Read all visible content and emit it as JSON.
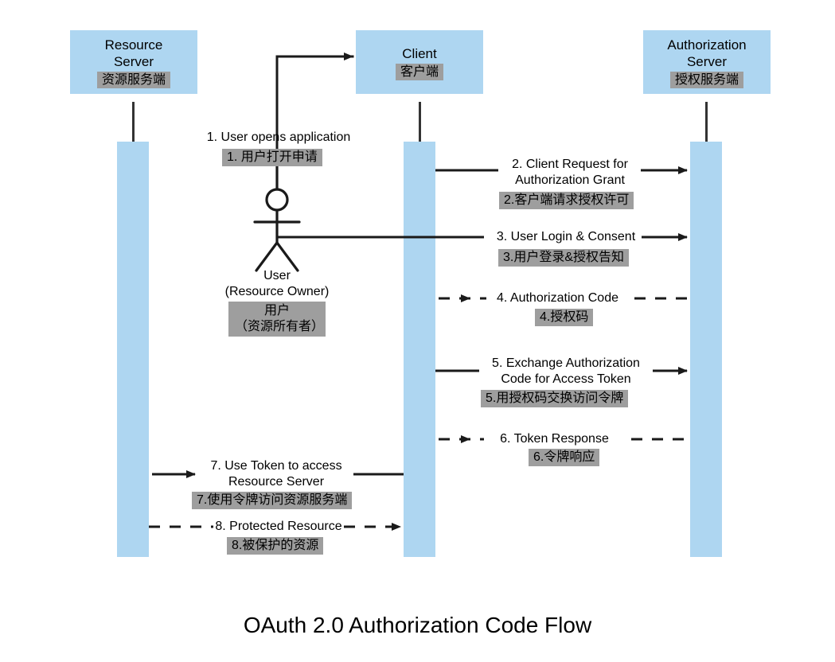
{
  "diagram": {
    "title": "OAuth 2.0 Authorization Code Flow",
    "colors": {
      "participant_fill": "#aed6f1",
      "badge_fill": "#9e9e9e",
      "line": "#333333",
      "text": "#000000",
      "background": "#ffffff"
    }
  },
  "participants": [
    {
      "name_en": "Resource\nServer",
      "name_zh": "资源服务端"
    },
    {
      "name_en": "Client",
      "name_zh": "客户端"
    },
    {
      "name_en": "Authorization\nServer",
      "name_zh": "授权服务端"
    }
  ],
  "actor": {
    "name_en": "User\n(Resource Owner)",
    "name_zh": "用户\n（资源所有者）"
  },
  "messages": [
    {
      "number": "1",
      "label_en": "1. User opens application",
      "label_zh": "1. 用户打开申请",
      "from": "User",
      "to": "Client",
      "style": "solid",
      "direction": "right"
    },
    {
      "number": "2",
      "label_en": "2. Client Request for\nAuthorization Grant",
      "label_zh": "2.客户端请求授权许可",
      "from": "Client",
      "to": "Authorization Server",
      "style": "solid",
      "direction": "right"
    },
    {
      "number": "3",
      "label_en": "3. User Login & Consent",
      "label_zh": "3.用户登录&授权告知",
      "from": "User",
      "to": "Authorization Server",
      "style": "solid",
      "direction": "right"
    },
    {
      "number": "4",
      "label_en": "4. Authorization Code",
      "label_zh": "4.授权码",
      "from": "Authorization Server",
      "to": "Client",
      "style": "dashed",
      "direction": "left"
    },
    {
      "number": "5",
      "label_en": "5. Exchange Authorization\nCode for Access Token",
      "label_zh": "5.用授权码交换访问令牌",
      "from": "Client",
      "to": "Authorization Server",
      "style": "solid",
      "direction": "right"
    },
    {
      "number": "6",
      "label_en": "6. Token Response",
      "label_zh": "6.令牌响应",
      "from": "Authorization Server",
      "to": "Client",
      "style": "dashed",
      "direction": "left"
    },
    {
      "number": "7",
      "label_en": "7. Use Token to access\nResource Server",
      "label_zh": "7.使用令牌访问资源服务端",
      "from": "Client",
      "to": "Resource Server",
      "style": "solid",
      "direction": "left"
    },
    {
      "number": "8",
      "label_en": "8. Protected Resource",
      "label_zh": "8.被保护的资源",
      "from": "Resource Server",
      "to": "Client",
      "style": "dashed",
      "direction": "right"
    }
  ]
}
